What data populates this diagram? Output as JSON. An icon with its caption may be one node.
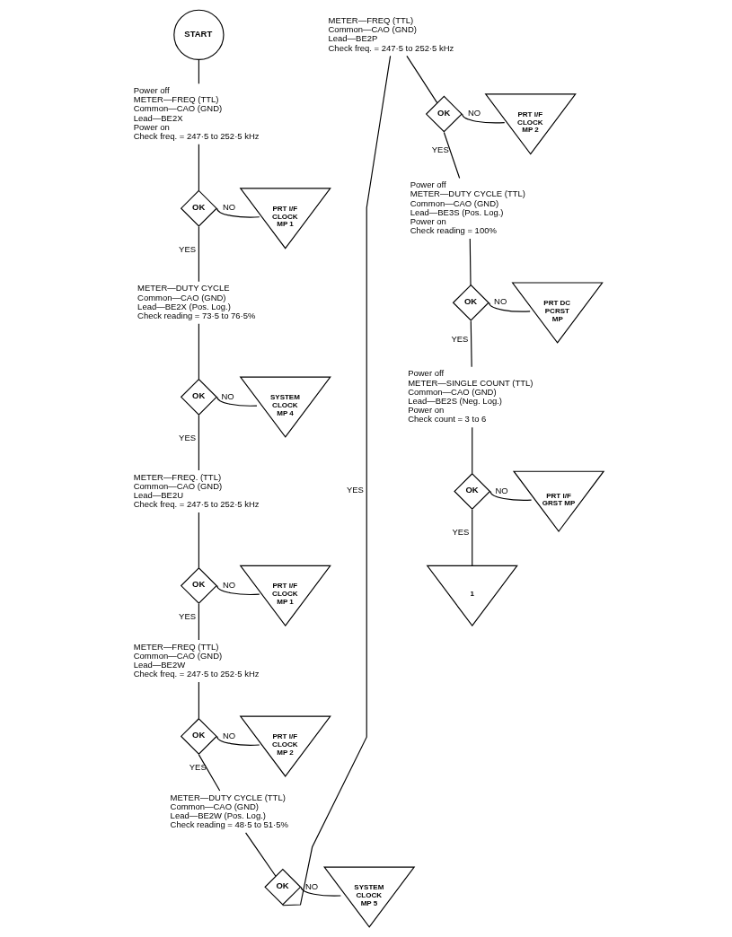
{
  "diagram": {
    "nodes": [
      {
        "text": [
          "START"
        ]
      },
      {
        "text": [
          "Power off",
          "METER—FREQ (TTL)",
          "Common—CAO (GND)",
          "Lead—BE2X",
          "Power on",
          "Check freq. = 247·5 to 252·5 kHz"
        ]
      },
      {
        "text": [
          "OK"
        ]
      },
      {
        "text": [
          "PRT I/F CLOCK MP 1"
        ]
      },
      {
        "text": [
          "METER—DUTY CYCLE",
          "Common—CAO (GND)",
          "Lead—BE2X (Pos. Log.)",
          "Check reading = 73·5 to 76·5%"
        ]
      },
      {
        "text": [
          "OK"
        ]
      },
      {
        "text": [
          "SYSTEM CLOCK MP 4"
        ]
      },
      {
        "text": [
          "METER—FREQ. (TTL)",
          "Common—CAO (GND)",
          "Lead—BE2U",
          "Check freq. = 247·5 to 252·5 kHz"
        ]
      },
      {
        "text": [
          "OK"
        ]
      },
      {
        "text": [
          "PRT I/F CLOCK MP 1"
        ]
      },
      {
        "text": [
          "METER—FREQ (TTL)",
          "Common—CAO (GND)",
          "Lead—BE2W",
          "Check freq. = 247·5 to 252·5 kHz"
        ]
      },
      {
        "text": [
          "OK"
        ]
      },
      {
        "text": [
          "PRT I/F CLOCK MP 2"
        ]
      },
      {
        "text": [
          "METER—DUTY CYCLE (TTL)",
          "Common—CAO (GND)",
          "Lead—BE2W (Pos. Log.)",
          "Check reading = 48·5 to 51·5%"
        ]
      },
      {
        "text": [
          "OK"
        ]
      },
      {
        "text": [
          "SYSTEM CLOCK MP 5"
        ]
      },
      {
        "text": [
          "METER—FREQ (TTL)",
          "Common—CAO (GND)",
          "Lead—BE2P",
          "Check freq. = 247·5 to 252·5 kHz"
        ]
      },
      {
        "text": [
          "OK"
        ]
      },
      {
        "text": [
          "PRT I/F CLOCK MP 2"
        ]
      },
      {
        "text": [
          "Power off",
          "METER—DUTY CYCLE (TTL)",
          "Common—CAO (GND)",
          "Lead—BE3S (Pos. Log.)",
          "Power on",
          "Check reading = 100%"
        ]
      },
      {
        "text": [
          "OK"
        ]
      },
      {
        "text": [
          "PRT DC PCRST MP"
        ]
      },
      {
        "text": [
          "Power off",
          "METER—SINGLE COUNT (TTL)",
          "Common—CAO (GND)",
          "Lead—BE2S (Neg. Log.)",
          "Power on",
          "Check count = 3 to 6"
        ]
      },
      {
        "text": [
          "OK"
        ]
      },
      {
        "text": [
          "PRT I/F GRST MP"
        ]
      },
      {
        "text": [
          "1"
        ]
      }
    ],
    "edges": [
      {
        "from": 0,
        "to": 1,
        "arrow": "none"
      },
      {
        "from": 1,
        "to": 2,
        "arrow": "none"
      },
      {
        "from": 2,
        "to": 3,
        "arrow": "none",
        "label": "NO"
      },
      {
        "from": 2,
        "to": 4,
        "arrow": "none",
        "label": "YES"
      },
      {
        "from": 4,
        "to": 5,
        "arrow": "none"
      },
      {
        "from": 5,
        "to": 6,
        "arrow": "none",
        "label": "NO"
      },
      {
        "from": 5,
        "to": 7,
        "arrow": "none",
        "label": "YES"
      },
      {
        "from": 7,
        "to": 8,
        "arrow": "none"
      },
      {
        "from": 8,
        "to": 9,
        "arrow": "none",
        "label": "NO"
      },
      {
        "from": 8,
        "to": 10,
        "arrow": "none",
        "label": "YES"
      },
      {
        "from": 10,
        "to": 11,
        "arrow": "none"
      },
      {
        "from": 11,
        "to": 12,
        "arrow": "none",
        "label": "NO"
      },
      {
        "from": 11,
        "to": 13,
        "arrow": "none",
        "label": "YES"
      },
      {
        "from": 13,
        "to": 14,
        "arrow": "none"
      },
      {
        "from": 14,
        "to": 15,
        "arrow": "none",
        "label": "NO"
      },
      {
        "from": 14,
        "to": 16,
        "arrow": "none",
        "label": "YES"
      },
      {
        "from": 16,
        "to": 17,
        "arrow": "none"
      },
      {
        "from": 17,
        "to": 18,
        "arrow": "none",
        "label": "NO"
      },
      {
        "from": 17,
        "to": 19,
        "arrow": "none",
        "label": "YES"
      },
      {
        "from": 19,
        "to": 20,
        "arrow": "none"
      },
      {
        "from": 20,
        "to": 21,
        "arrow": "none",
        "label": "NO"
      },
      {
        "from": 20,
        "to": 22,
        "arrow": "none",
        "label": "YES"
      },
      {
        "from": 22,
        "to": 23,
        "arrow": "none"
      },
      {
        "from": 23,
        "to": 24,
        "arrow": "none",
        "label": "NO"
      },
      {
        "from": 23,
        "to": 25,
        "arrow": "none",
        "label": "YES"
      }
    ]
  }
}
